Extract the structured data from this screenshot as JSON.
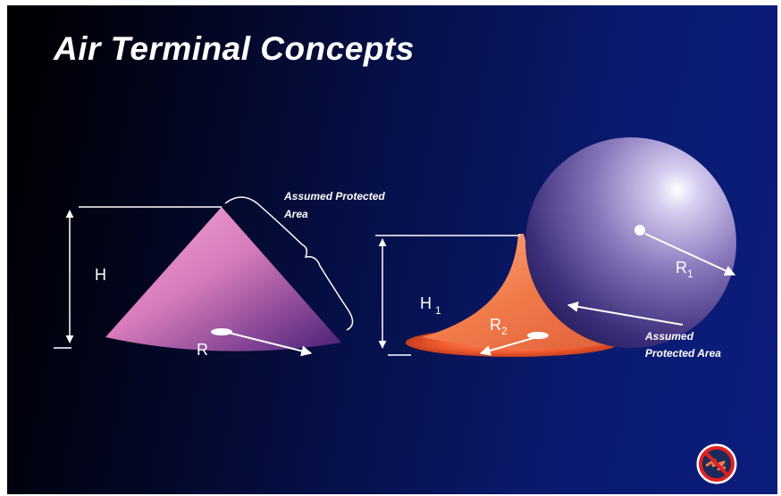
{
  "slide": {
    "title": "Air Terminal Concepts"
  },
  "left_cone": {
    "height_label": "H",
    "radius_label": "R",
    "protected_area_label_line1": "Assumed Protected",
    "protected_area_label_line2": "Area"
  },
  "right_terminal": {
    "height_label": "H",
    "height_subscript": "1",
    "radius2_label": "R",
    "radius2_subscript": "2",
    "sphere_radius_label": "R",
    "sphere_radius_subscript": "1",
    "protected_area_label_line1": "Assumed",
    "protected_area_label_line2": "Protected Area"
  },
  "colors": {
    "background_dark": "#000000",
    "background_blue": "#0b1d7c",
    "cone_pink": "#e88fc4",
    "cone_purple": "#5a2a8a",
    "flare_orange": "#f07a4a",
    "sphere_lavender": "#9a88c8",
    "text": "#ffffff"
  },
  "logo": {
    "icon": "no-lightning-prohibition-icon"
  }
}
